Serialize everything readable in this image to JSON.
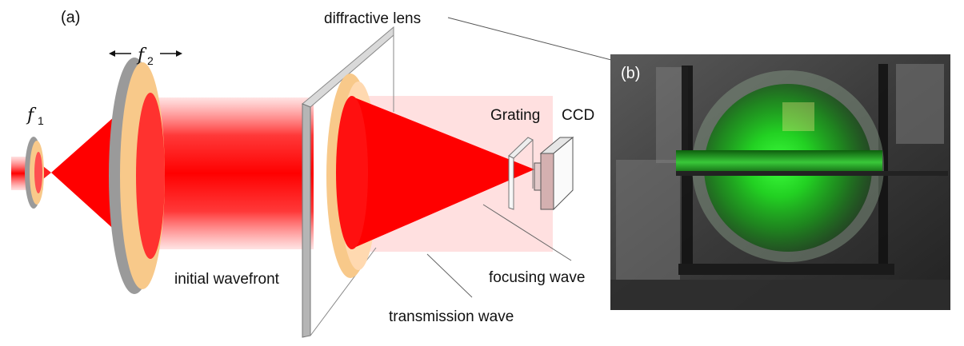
{
  "panels": {
    "a": {
      "label": "(a)"
    },
    "b": {
      "label": "(b)"
    }
  },
  "labels": {
    "f1": "f",
    "f1_sub": "1",
    "f2": "f",
    "f2_sub": "2",
    "diffractive_lens": "diffractive lens",
    "grating": "Grating",
    "ccd": "CCD",
    "initial_wavefront": "initial wavefront",
    "focusing_wave": "focusing wave",
    "transmission_wave": "transmission wave"
  },
  "colors": {
    "beam": "#ff0000",
    "lens_ring": "#f8c98a",
    "lens_edge": "#a9a9a9",
    "transmission_box": "#ffdada",
    "green_light": "#22ff22"
  },
  "icons": {
    "f2_arrows": "double-headed-arrow-icon"
  }
}
